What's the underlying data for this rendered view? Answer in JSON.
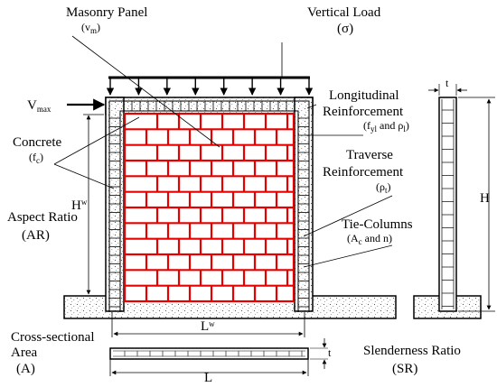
{
  "labels": {
    "masonry_panel": "Masonry Panel",
    "masonry_panel_symbol": "(v",
    "masonry_panel_symbol_sub": "m",
    "masonry_panel_symbol_close": ")",
    "vertical_load": "Vertical Load",
    "vertical_load_symbol": "(σ)",
    "vmax": "V",
    "vmax_sub": "max",
    "longitudinal_1": "Longitudinal",
    "longitudinal_2": "Reinforcement",
    "longitudinal_3a": "(f",
    "longitudinal_3a_sub": "yl",
    "longitudinal_3b": " and ρ",
    "longitudinal_3b_sub": "l",
    "longitudinal_3c": ")",
    "concrete": "Concrete",
    "concrete_symbol": "(f",
    "concrete_symbol_sub": "c",
    "concrete_symbol_close": ")",
    "traverse_1": "Traverse",
    "traverse_2": "Reinforcement",
    "traverse_3": "(ρ",
    "traverse_3_sub": "t",
    "traverse_3_close": ")",
    "hw": "H",
    "hw_sub": "w",
    "aspect_ratio": "Aspect Ratio",
    "aspect_ratio_abbr": "(AR)",
    "tie_columns": "Tie-Columns",
    "tie_columns_symbol": "(A",
    "tie_columns_symbol_sub": "c",
    "tie_columns_symbol_close": " and n)",
    "lw": "L",
    "lw_sub": "w",
    "cross_section_1": "Cross-sectional",
    "cross_section_2": "Area",
    "cross_section_3": "(A)",
    "l": "L",
    "t_side": "t",
    "h_side": "H",
    "t_bottom": "t",
    "slenderness": "Slenderness Ratio",
    "slenderness_abbr": "(SR)"
  },
  "colors": {
    "brick": "#e60000",
    "line": "#000000",
    "concrete": "#ffffff"
  }
}
